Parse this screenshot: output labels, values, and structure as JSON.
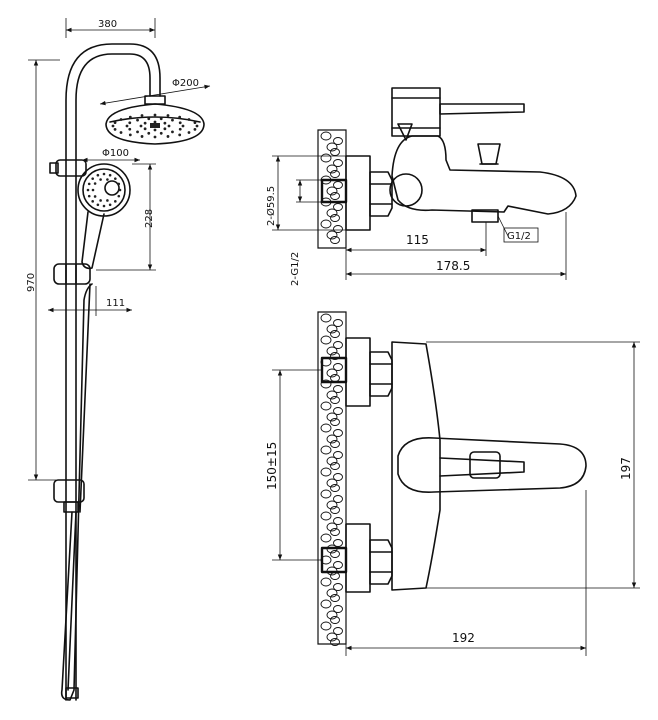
{
  "dimensions": {
    "shower": {
      "width_top": "380",
      "overhead_diameter": "Φ200",
      "hand_diameter": "Φ100",
      "hand_drop": "228",
      "offset": "111",
      "height": "970"
    },
    "side": {
      "flange_diameter": "2-Ø59.5",
      "inlet_thread": "2-G1/2",
      "outlet_thread": "G1/2",
      "outlet_distance": "115",
      "total_depth": "178.5"
    },
    "top": {
      "inlet_spacing": "150±15",
      "length": "197",
      "projection": "192"
    }
  }
}
